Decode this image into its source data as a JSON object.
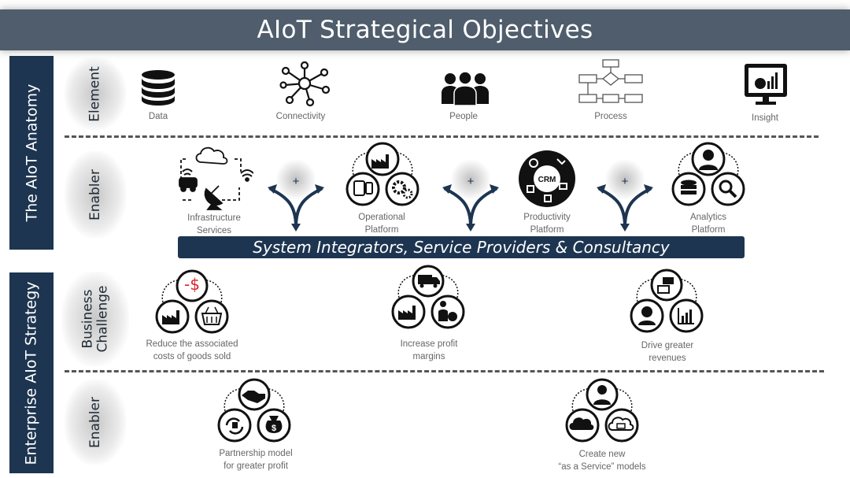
{
  "title": "AIoT Strategical Objectives",
  "sections": {
    "anatomy": "The AIoT Anatomy",
    "strategy": "Enterprise AIoT Strategy"
  },
  "rows": {
    "element": "Element",
    "enabler_top": "Enabler",
    "business": "Business\nChallenge",
    "enabler_bottom": "Enabler"
  },
  "elements": [
    {
      "label": "Data",
      "icon": "database-icon"
    },
    {
      "label": "Connectivity",
      "icon": "network-icon"
    },
    {
      "label": "People",
      "icon": "people-icon"
    },
    {
      "label": "Process",
      "icon": "flowchart-icon"
    },
    {
      "label": "Insight",
      "icon": "monitor-chart-icon"
    }
  ],
  "enablers": [
    {
      "label": "Infrastructure\nServices",
      "icon": "cloud-infrastructure-icon"
    },
    {
      "label": "Operational\nPlatform",
      "icon": "factory-devices-gears-icon"
    },
    {
      "label": "Productivity\nPlatform",
      "icon": "crm-icon"
    },
    {
      "label": "Analytics\nPlatform",
      "icon": "analyst-database-search-icon"
    }
  ],
  "plus": "+",
  "integrators": "System Integrators, Service Providers & Consultancy",
  "challenges": [
    {
      "label": "Reduce the associated\ncosts of goods sold",
      "icon_text": "-$"
    },
    {
      "label": "Increase profit\nmargins",
      "icon": "truck-factory-money-icon"
    },
    {
      "label": "Drive greater\nrevenues",
      "icon": "chat-support-chart-icon"
    }
  ],
  "strategy_enablers": [
    {
      "label": "Partnership model\nfor greater profit",
      "icon": "handshake-money-icon"
    },
    {
      "label": "Create new\n“as a Service” models",
      "icon": "service-cloud-icon"
    }
  ],
  "colors": {
    "navy": "#1d3550",
    "slate": "#4f5d6c",
    "red": "#d9262c"
  }
}
